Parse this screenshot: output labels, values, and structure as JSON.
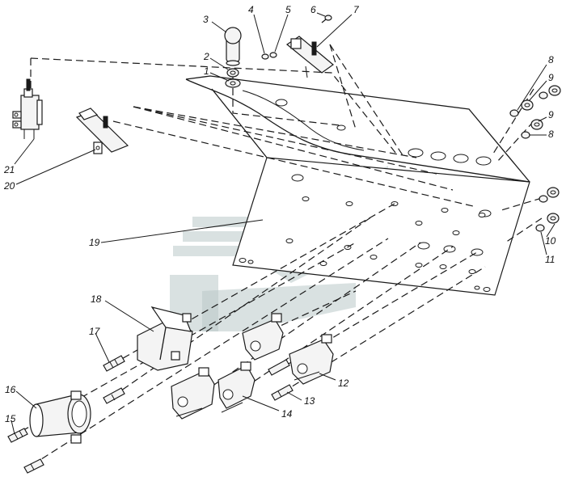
{
  "diagram": {
    "type": "exploded-assembly",
    "callouts": [
      {
        "id": "c1",
        "text": "1"
      },
      {
        "id": "c2",
        "text": "2"
      },
      {
        "id": "c3",
        "text": "3"
      },
      {
        "id": "c4",
        "text": "4"
      },
      {
        "id": "c5",
        "text": "5"
      },
      {
        "id": "c6",
        "text": "6"
      },
      {
        "id": "c7",
        "text": "7"
      },
      {
        "id": "c8a",
        "text": "8"
      },
      {
        "id": "c9a",
        "text": "9"
      },
      {
        "id": "c9b",
        "text": "9"
      },
      {
        "id": "c8b",
        "text": "8"
      },
      {
        "id": "c10",
        "text": "10"
      },
      {
        "id": "c11",
        "text": "11"
      },
      {
        "id": "c12",
        "text": "12"
      },
      {
        "id": "c13",
        "text": "13"
      },
      {
        "id": "c14",
        "text": "14"
      },
      {
        "id": "c15",
        "text": "15"
      },
      {
        "id": "c16",
        "text": "16"
      },
      {
        "id": "c17",
        "text": "17"
      },
      {
        "id": "c18",
        "text": "18"
      },
      {
        "id": "c19",
        "text": "19"
      },
      {
        "id": "c20",
        "text": "20"
      },
      {
        "id": "c21",
        "text": "21"
      }
    ]
  }
}
